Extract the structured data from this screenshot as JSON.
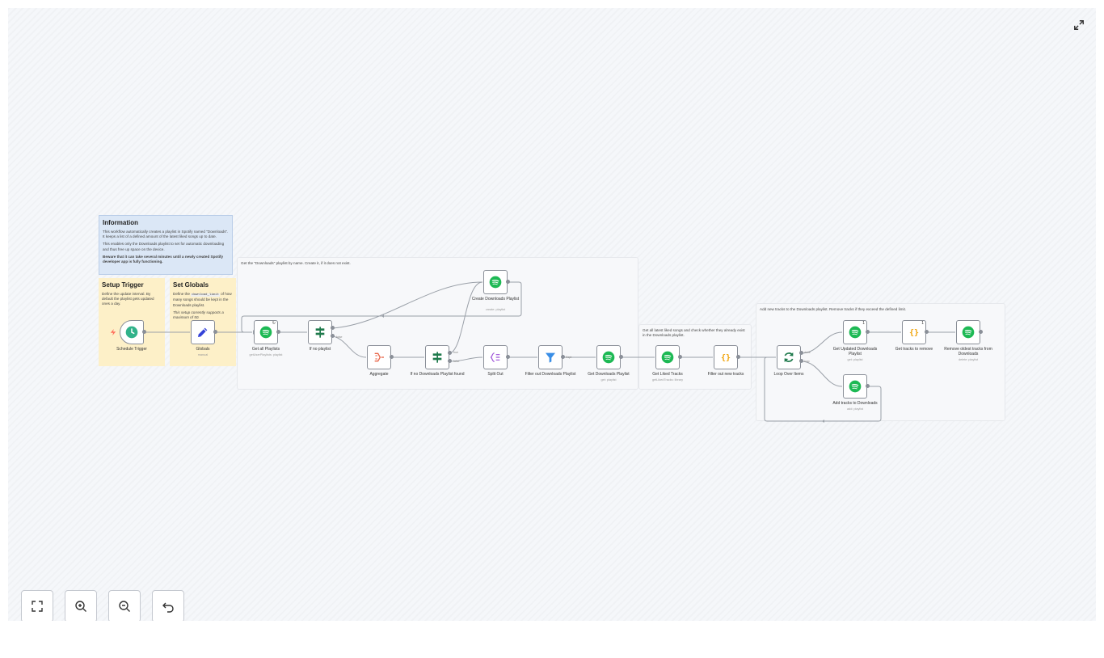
{
  "notes": {
    "information": {
      "title": "Information",
      "p1": "This workflow automatically creates a playlist in Spotify named \"Downloads\". It keeps a list of a defined amount of the latest liked songs up to date.",
      "p2": "This enables only the Downloads playlist to set for automatic downloading and thus free up space on the device.",
      "p3": "Beware that it can take several minutes until a newly created Spotify developer app is fully functioning."
    },
    "setup_trigger": {
      "title": "Setup Trigger",
      "text": "Define the update interval. By default the playlist gets updated ones a day."
    },
    "set_globals": {
      "title": "Set Globals",
      "text_pre": "Define the",
      "code": "download_limit",
      "text_post": "of how many songs should be kept in the Downloads playlist.",
      "italic": "This setup corrently supports a maximum of 50."
    },
    "group_downloads": "Get the \"Downloads\" playlist by name. Create it, if it does not exist.",
    "group_liked": "Get all latest liked songs and check whether they already exist in the Downloads playlist.",
    "group_add": "Add new tracks to the Downloads playlist. Remove tracks if they exceed the defined limit."
  },
  "nodes": {
    "schedule_trigger": {
      "label": "Schedule Trigger"
    },
    "globals": {
      "label": "Globals",
      "sub": "manual"
    },
    "get_all_playlists": {
      "label": "Get all Playlists",
      "sub": "getUserPlaylists: playlist"
    },
    "if_no_playlist": {
      "label": "If no playlist"
    },
    "create_downloads_playlist": {
      "label": "Create Downloads Playlist",
      "sub": "create: playlist"
    },
    "aggregate": {
      "label": "Aggregate"
    },
    "if_no_downloads_playlist_found": {
      "label": "If no Downloads Playlist found"
    },
    "split_out": {
      "label": "Split Out"
    },
    "filter_out_downloads_playlist": {
      "label": "Filter out Downloads Playlist"
    },
    "get_downloads_playlist": {
      "label": "Get Downloads Playlist",
      "sub": "get: playlist"
    },
    "get_liked_tracks": {
      "label": "Get Liked Tracks",
      "sub": "getLikedTracks: library"
    },
    "filter_out_new_tracks": {
      "label": "Filter out new tracks"
    },
    "loop_over_items": {
      "label": "Loop Over Items"
    },
    "get_updated_downloads_playlist": {
      "label": "Get Updated Downloads Playlist",
      "sub": "get: playlist",
      "badge": "1"
    },
    "get_tracks_to_remove": {
      "label": "Get tracks to remove",
      "badge": "1"
    },
    "remove_oldest_tracks": {
      "label": "Remove oldest tracks from Downloads",
      "sub": "delete: playlist"
    },
    "add_tracks_to_downloads": {
      "label": "Add tracks to Downloads",
      "sub": "add: playlist"
    }
  },
  "edge_labels": {
    "true": "true",
    "false": "false",
    "done": "done",
    "loop": "loop",
    "kept": "Kept"
  },
  "loop_badge": "↻",
  "controls": {
    "fit": "fit-view",
    "zoom_in": "zoom-in",
    "zoom_out": "zoom-out",
    "reset": "reset-zoom"
  },
  "colors": {
    "spotify": "#1db954",
    "if_node": "#1f7a4c",
    "schedule": "#31b28a",
    "globals": "#3442d8",
    "aggregate": "#e8664a",
    "split_out": "#9c4fd8",
    "filter": "#3a8ee6",
    "code": "#f0a30a",
    "loop": "#1f7a4c",
    "sticky_blue": "#dbe7f6",
    "sticky_yellow": "#fdf0c8"
  }
}
